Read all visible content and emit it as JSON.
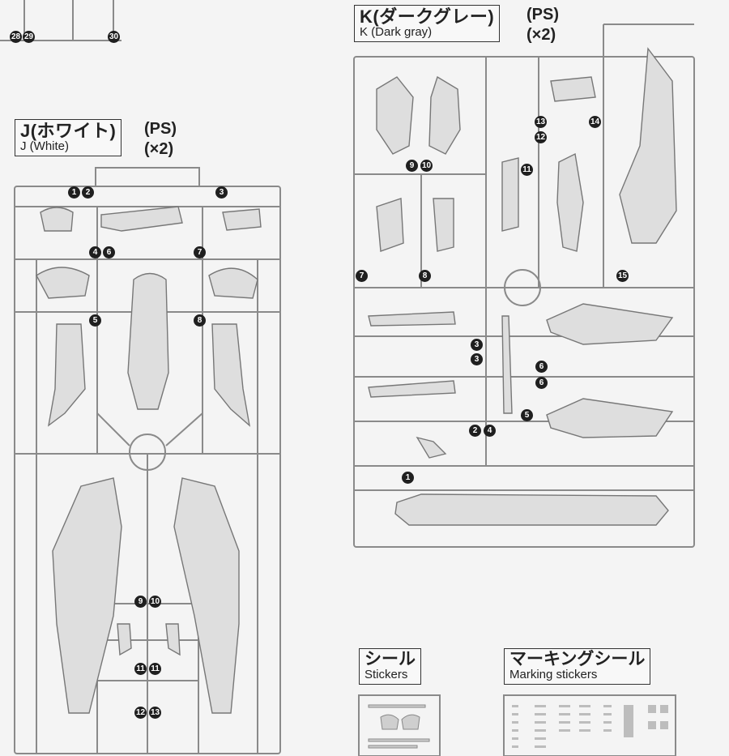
{
  "top_fragment": {
    "callouts": [
      "28",
      "29",
      "30"
    ]
  },
  "runner_j": {
    "name_jp": "J(ホワイト)",
    "name_en": "J (White)",
    "material": "(PS)",
    "quantity": "(×2)",
    "callouts": [
      "1",
      "2",
      "3",
      "4",
      "6",
      "7",
      "5",
      "8",
      "9",
      "10",
      "11",
      "11",
      "12",
      "13"
    ]
  },
  "runner_k": {
    "name_jp": "K(ダークグレー)",
    "name_en": "K (Dark gray)",
    "material": "(PS)",
    "quantity": "(×2)",
    "callouts": [
      "13",
      "14",
      "12",
      "9",
      "10",
      "11",
      "7",
      "8",
      "15",
      "3",
      "3",
      "6",
      "6",
      "5",
      "2",
      "4",
      "1"
    ]
  },
  "stickers": {
    "label_jp": "シール",
    "label_en": "Stickers"
  },
  "marking_stickers": {
    "label_jp": "マーキングシール",
    "label_en": "Marking stickers"
  },
  "colors": {
    "paper": "#f4f4f4",
    "line": "#777777",
    "part_fill": "#dedede",
    "callout": "#1f1f1f"
  }
}
